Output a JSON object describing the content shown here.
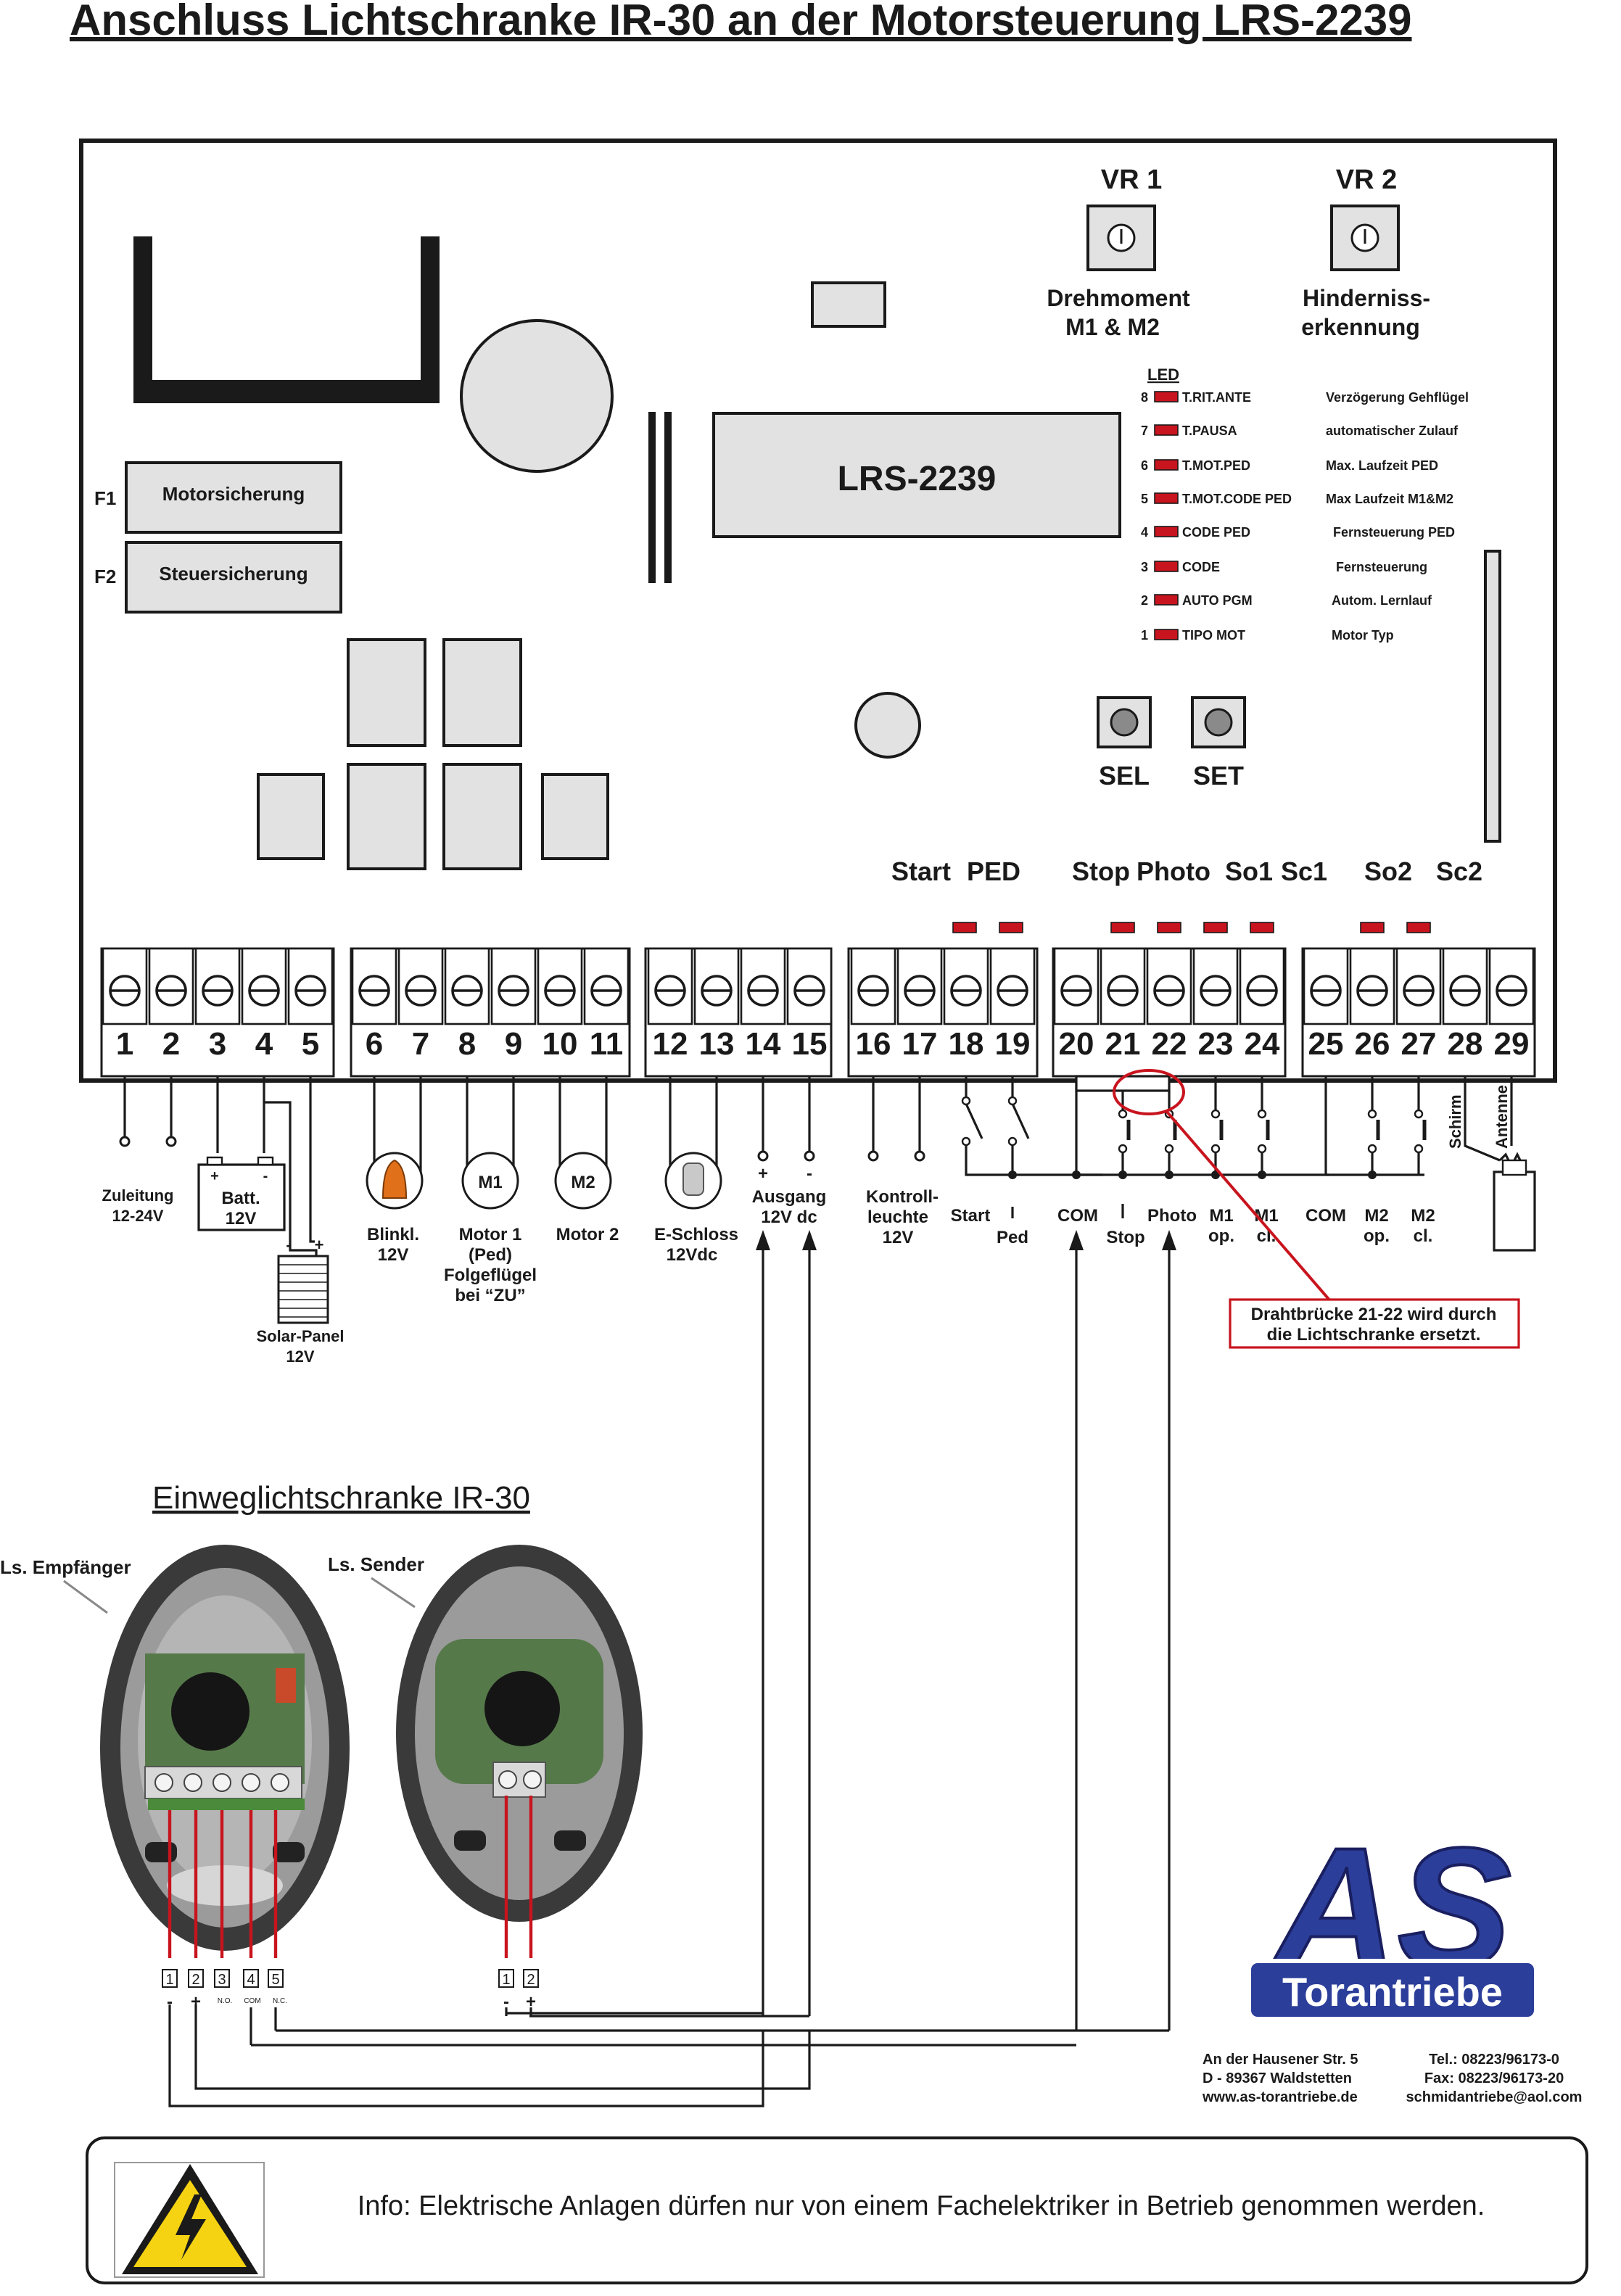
{
  "title": "Anschluss Lichtschranke  IR-30 an der Motorsteuerung LRS-2239",
  "board": {
    "model": "LRS-2239",
    "fuses": [
      {
        "id": "F1",
        "label": "Motorsicherung"
      },
      {
        "id": "F2",
        "label": "Steuersicherung"
      }
    ],
    "trimmers": [
      {
        "id": "VR 1",
        "line1": "Drehmoment",
        "line2": "M1 & M2"
      },
      {
        "id": "VR 2",
        "line1": "Hinderniss-",
        "line2": "erkennung"
      }
    ],
    "led_header": "LED",
    "leds": [
      {
        "num": "8",
        "code": "T.RIT.ANTE",
        "desc": "Verzögerung Gehflügel"
      },
      {
        "num": "7",
        "code": "T.PAUSA",
        "desc": "automatischer Zulauf"
      },
      {
        "num": "6",
        "code": "T.MOT.PED",
        "desc": "Max. Laufzeit PED"
      },
      {
        "num": "5",
        "code": "T.MOT.CODE PED",
        "desc": "Max Laufzeit M1&M2"
      },
      {
        "num": "4",
        "code": "CODE PED",
        "desc": "Fernsteuerung PED"
      },
      {
        "num": "3",
        "code": "CODE",
        "desc": "Fernsteuerung"
      },
      {
        "num": "2",
        "code": "AUTO PGM",
        "desc": "Autom. Lernlauf"
      },
      {
        "num": "1",
        "code": "TIPO MOT",
        "desc": "Motor Typ"
      }
    ],
    "buttons": [
      "SEL",
      "SET"
    ],
    "input_leds": [
      "Start",
      "PED",
      "Stop",
      "Photo",
      "So1",
      "Sc1",
      "So2",
      "Sc2"
    ],
    "terminals": [
      "1",
      "2",
      "3",
      "4",
      "5",
      "6",
      "7",
      "8",
      "9",
      "10",
      "11",
      "12",
      "13",
      "14",
      "15",
      "16",
      "17",
      "18",
      "19",
      "20",
      "21",
      "22",
      "23",
      "24",
      "25",
      "26",
      "27",
      "28",
      "29"
    ]
  },
  "connections": {
    "zuleitung": [
      "Zuleitung",
      "12-24V"
    ],
    "batt": [
      "Batt.",
      "12V"
    ],
    "plus": "+",
    "minus": "-",
    "solar": [
      "Solar-Panel",
      "12V"
    ],
    "blinkl": [
      "Blinkl.",
      "12V"
    ],
    "m1": "M1",
    "m2": "M2",
    "motor1": [
      "Motor 1",
      "(Ped)",
      "Folgeflügel",
      "bei “ZU”"
    ],
    "motor2": "Motor 2",
    "eschloss": [
      "E-Schloss",
      "12Vdc"
    ],
    "ausgang": [
      "Ausgang",
      "12V dc"
    ],
    "kontroll": [
      "Kontroll-",
      "leuchte",
      "12V"
    ],
    "start": "Start",
    "ped": "Ped",
    "com": "COM",
    "stop": "Stop",
    "photo": "Photo",
    "m1op": [
      "M1",
      "op."
    ],
    "m1cl": [
      "M1",
      "cl."
    ],
    "m2op": [
      "M2",
      "op."
    ],
    "m2cl": [
      "M2",
      "cl."
    ],
    "schirm": "Schirm",
    "antenne": "Antenne",
    "bridge_note": [
      "Drahtbrücke 21-22 wird durch",
      "die Lichtschranke ersetzt."
    ]
  },
  "photocell": {
    "title": "Einweglichtschranke IR-30",
    "receiver": "Ls. Empfänger",
    "sender": "Ls. Sender",
    "rx_terms": [
      "1",
      "2",
      "3",
      "4",
      "5"
    ],
    "rx_pol": [
      "-",
      "+"
    ],
    "rx_small": [
      "N.O.",
      "COM",
      "N.C."
    ],
    "tx_terms": [
      "1",
      "2"
    ],
    "tx_pol": [
      "-",
      "+"
    ]
  },
  "company": {
    "logo_letters": "AS",
    "logo_name": "Torantriebe",
    "address": [
      "An der Hausener Str. 5",
      "D - 89367 Waldstetten",
      "www.as-torantriebe.de"
    ],
    "contact": [
      "Tel.: 08223/96173-0",
      "Fax: 08223/96173-20",
      "schmidantriebe@aol.com"
    ]
  },
  "info": "Info: Elektrische Anlagen dürfen nur von einem Fachelektriker in Betrieb genommen werden."
}
